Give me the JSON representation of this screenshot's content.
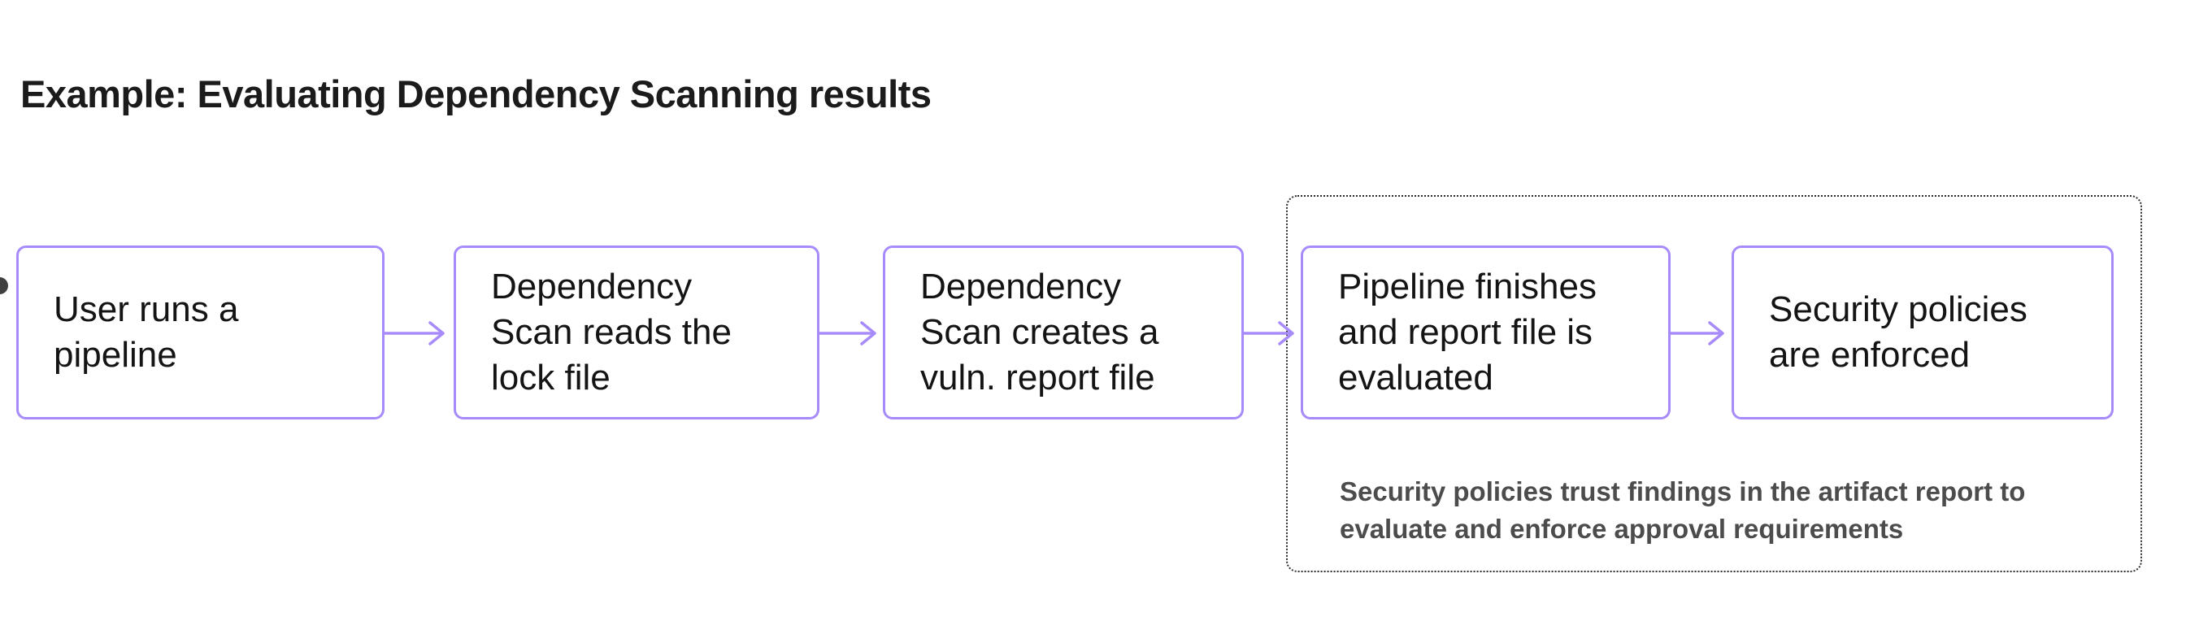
{
  "title": "Example: Evaluating Dependency Scanning results",
  "colors": {
    "background": "#ffffff",
    "accent": "#a78bfa",
    "box_border": "#a78bfa",
    "box_text": "#141414",
    "title_text": "#1b1b1b",
    "note_text": "#4c4c4c",
    "dotted_border": "#2e2e2e"
  },
  "flow": {
    "boxes": [
      {
        "id": "user-runs-pipeline",
        "label": "User runs a pipeline",
        "lines": [
          "User runs a",
          "pipeline"
        ]
      },
      {
        "id": "dependency-scan-reads-lock-file",
        "label": "Dependency Scan reads the lock file",
        "lines": [
          "Dependency",
          "Scan reads the",
          "lock file"
        ]
      },
      {
        "id": "dependency-scan-creates-report",
        "label": "Dependency Scan creates a vuln. report file",
        "lines": [
          "Dependency",
          "Scan creates a",
          "vuln. report file"
        ]
      },
      {
        "id": "pipeline-finishes-report-evaluated",
        "label": "Pipeline finishes and report file is evaluated",
        "lines": [
          "Pipeline finishes",
          "and report file is",
          "evaluated"
        ]
      },
      {
        "id": "security-policies-enforced",
        "label": "Security policies are enforced",
        "lines": [
          "Security policies",
          "are enforced"
        ]
      }
    ],
    "note": {
      "label": "Security policies trust findings in the artifact report to evaluate and enforce approval requirements",
      "lines": [
        "Security policies trust findings in the artifact report to",
        "evaluate and enforce approval requirements"
      ]
    }
  }
}
